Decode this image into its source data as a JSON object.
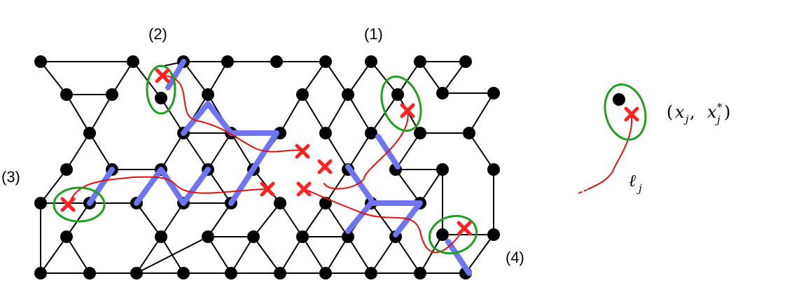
{
  "labels": {
    "region_1": "(1)",
    "region_2": "(2)",
    "region_3": "(3)",
    "region_4": "(4)"
  },
  "legend": {
    "pair_open": "(",
    "x": "x",
    "sub_j": "j",
    "comma": ", ",
    "x2": "x",
    "star": "*",
    "sub_j2": "j",
    "pair_close": ")",
    "ell": "ℓ",
    "ell_sub": "j"
  },
  "colors": {
    "vertex": "#000000",
    "edge": "#000000",
    "defect": "#ff2222",
    "string": "#e01010",
    "pairing": "#1f9e1f",
    "path": "#6f74f0"
  }
}
